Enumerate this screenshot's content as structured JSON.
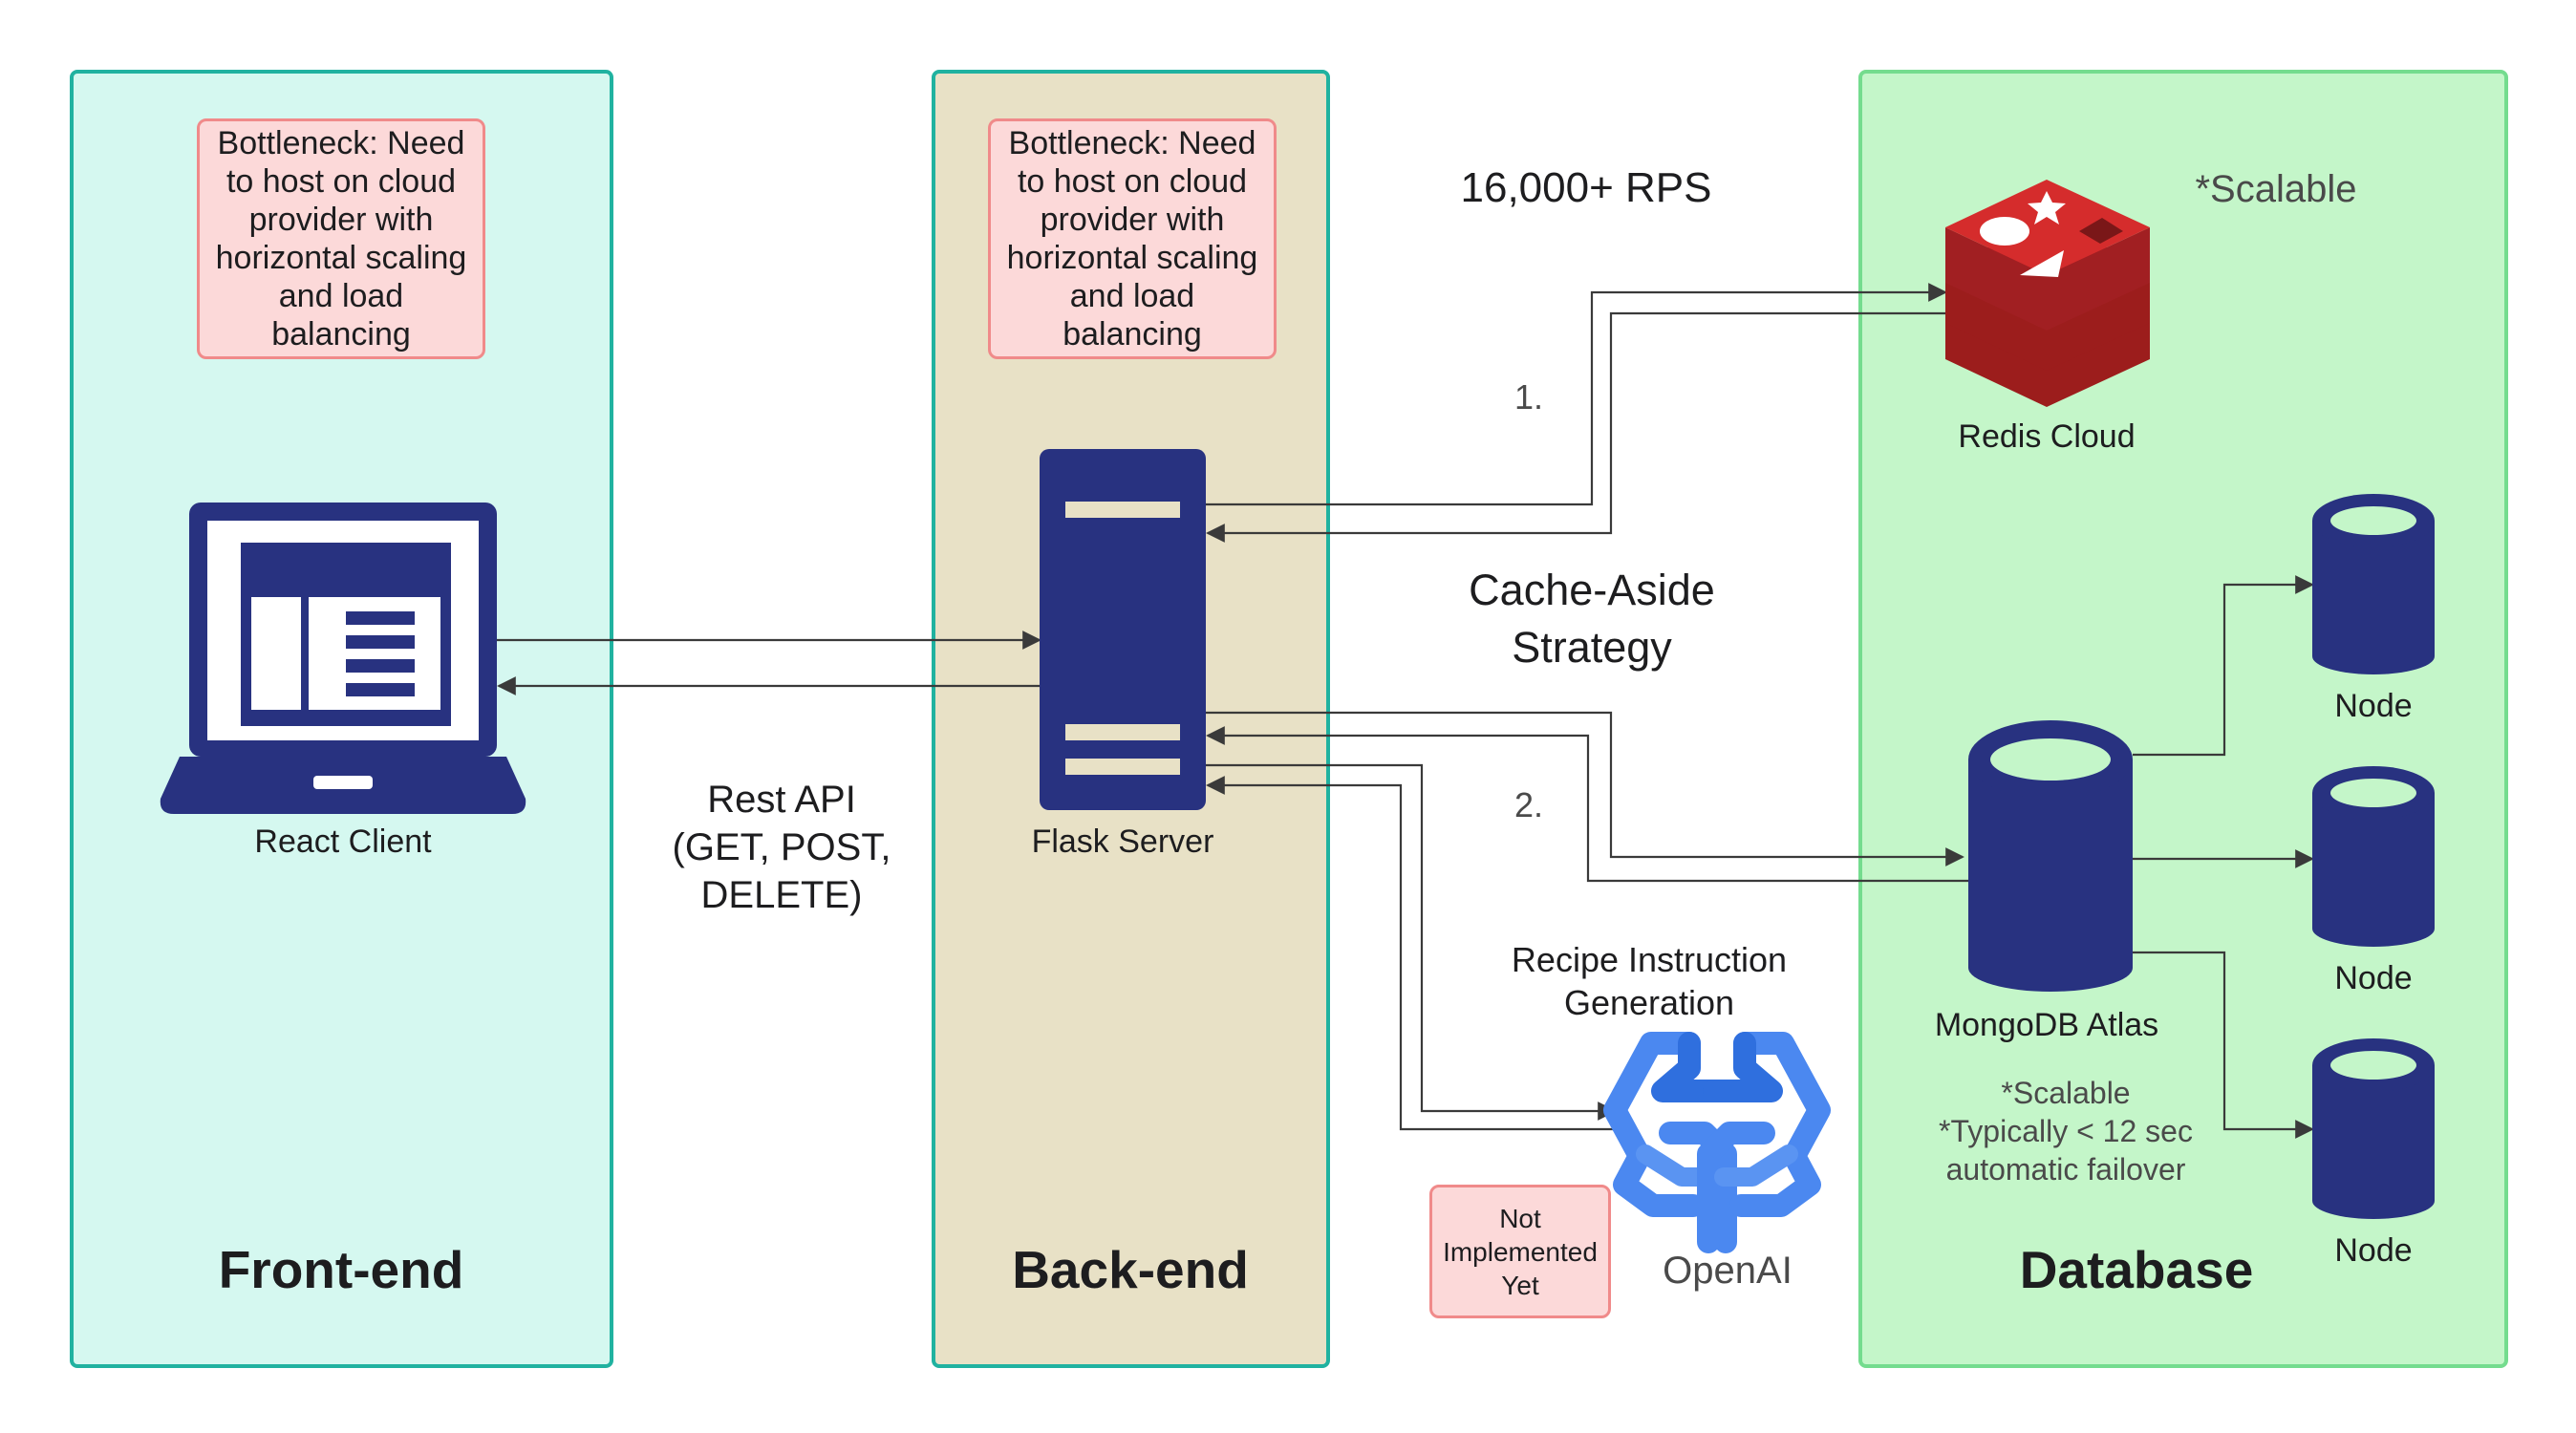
{
  "panels": {
    "frontend": {
      "title": "Front-end",
      "color": "#d5f8f0"
    },
    "backend": {
      "title": "Back-end",
      "color": "#e8e1c6"
    },
    "database": {
      "title": "Database",
      "color": "#c4f6c9"
    }
  },
  "notes": {
    "frontend_bottleneck": "Bottleneck: Need\nto host on cloud\nprovider with\nhorizontal scaling\nand load balancing",
    "backend_bottleneck": "Bottleneck: Need\nto host on cloud\nprovider with\nhorizontal scaling\nand load balancing",
    "not_implemented": "Not\nImplemented\nYet"
  },
  "nodes": {
    "react_client": "React Client",
    "flask_server": "Flask Server",
    "redis": "Redis Cloud",
    "mongodb": "MongoDB Atlas",
    "openai": "OpenAI",
    "node_1": "Node",
    "node_2": "Node",
    "node_3": "Node"
  },
  "edge_labels": {
    "rest_api_line1": "Rest API",
    "rest_api_line2": "(GET, POST,",
    "rest_api_line3": "DELETE)",
    "rps": "16,000+ RPS",
    "step_1": "1.",
    "step_2": "2.",
    "cache_line1": "Cache-Aside",
    "cache_line2": "Strategy",
    "recipe_line1": "Recipe Instruction",
    "recipe_line2": "Generation"
  },
  "annotations": {
    "redis_scalable": "*Scalable",
    "mongo_scalable": "*Scalable",
    "mongo_failover_line1": "*Typically < 12 sec",
    "mongo_failover_line2": "automatic failover"
  },
  "colors": {
    "navy": "#283280",
    "redis_red": "#c8242a",
    "openai_blue": "#4b88f0",
    "arrow": "#3a3a3a"
  }
}
